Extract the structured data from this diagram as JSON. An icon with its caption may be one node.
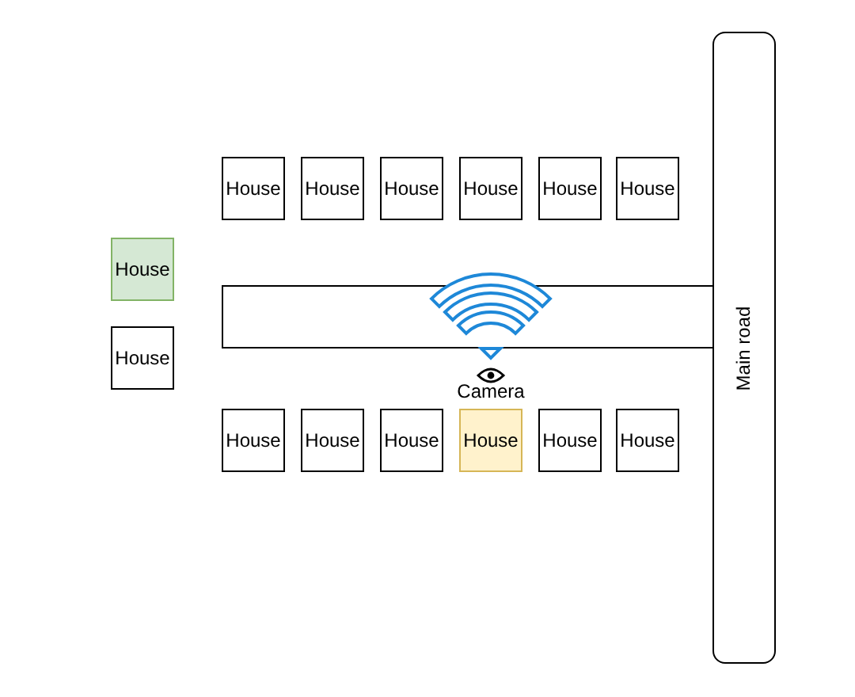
{
  "diagram": {
    "nodes": [
      {
        "text": [
          "House"
        ]
      },
      {
        "text": [
          "House"
        ]
      },
      {
        "text": [
          "House"
        ]
      },
      {
        "text": [
          "House"
        ]
      },
      {
        "text": [
          "House"
        ]
      },
      {
        "text": [
          "House"
        ]
      },
      {
        "text": [
          "House"
        ]
      },
      {
        "text": [],
        "shape": "box"
      },
      {
        "text": [
          "House"
        ]
      },
      {
        "text": [
          "House"
        ]
      },
      {
        "text": [
          "House"
        ]
      },
      {
        "text": [
          "House"
        ]
      },
      {
        "text": [
          "House"
        ]
      },
      {
        "text": [
          "House"
        ]
      },
      {
        "text": [
          "House"
        ]
      },
      {
        "text": [
          "Main road"
        ]
      }
    ],
    "labels": [
      "Camera"
    ]
  }
}
